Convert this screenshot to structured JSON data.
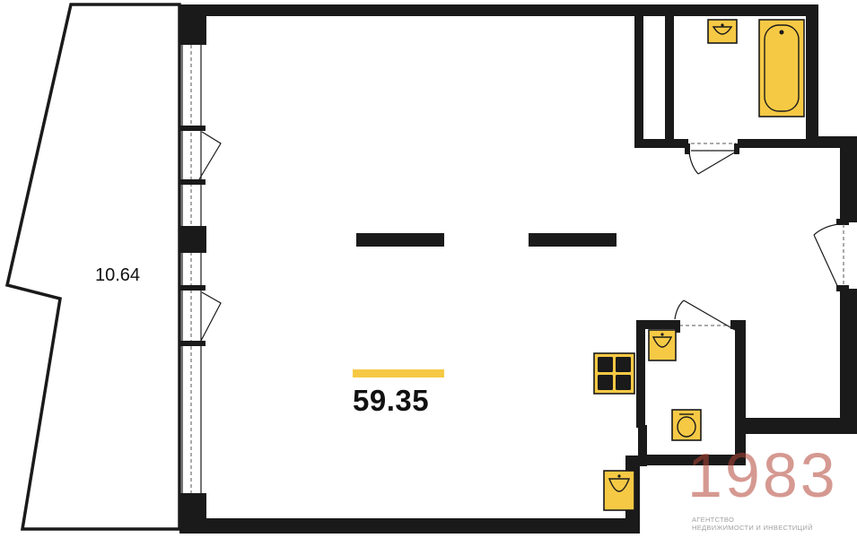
{
  "rooms": {
    "balcony": {
      "area": "10.64"
    },
    "main": {
      "area": "59.35"
    }
  },
  "logo": {
    "year": "1983",
    "subtitle": "АГЕНТСТВО\nНЕДВИЖИМОСТИ И ИНВЕСТИЦИЙ"
  },
  "colors": {
    "wall": "#1a1a1a",
    "fixture": "#f6c945",
    "accent_bar": "#f6c945",
    "logo": "#b24637"
  },
  "icons": [
    "bathtub-icon",
    "sink-icon",
    "toilet-icon",
    "stove-icon",
    "door-swing-icon",
    "window-icon"
  ]
}
